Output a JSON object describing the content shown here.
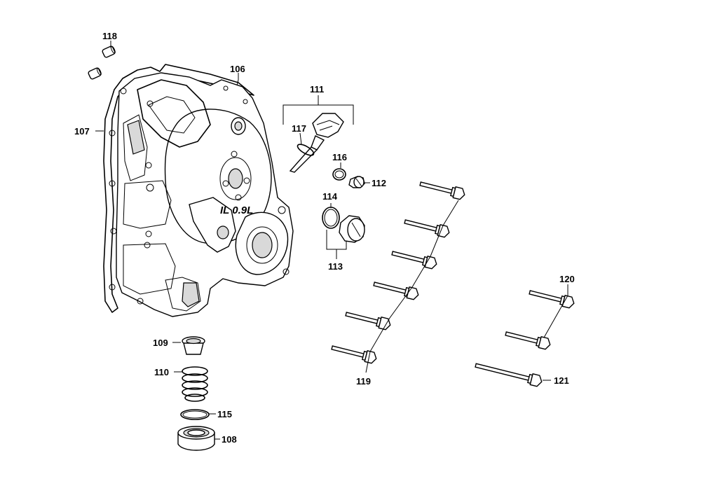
{
  "labels": {
    "p106": "106",
    "p107": "107",
    "p108": "108",
    "p109": "109",
    "p110": "110",
    "p111": "111",
    "p112": "112",
    "p113": "113",
    "p114": "114",
    "p115": "115",
    "p116": "116",
    "p117": "117",
    "p118": "118",
    "p119": "119",
    "p120": "120",
    "p121": "121"
  },
  "cover_marking": "IL 0.9L"
}
